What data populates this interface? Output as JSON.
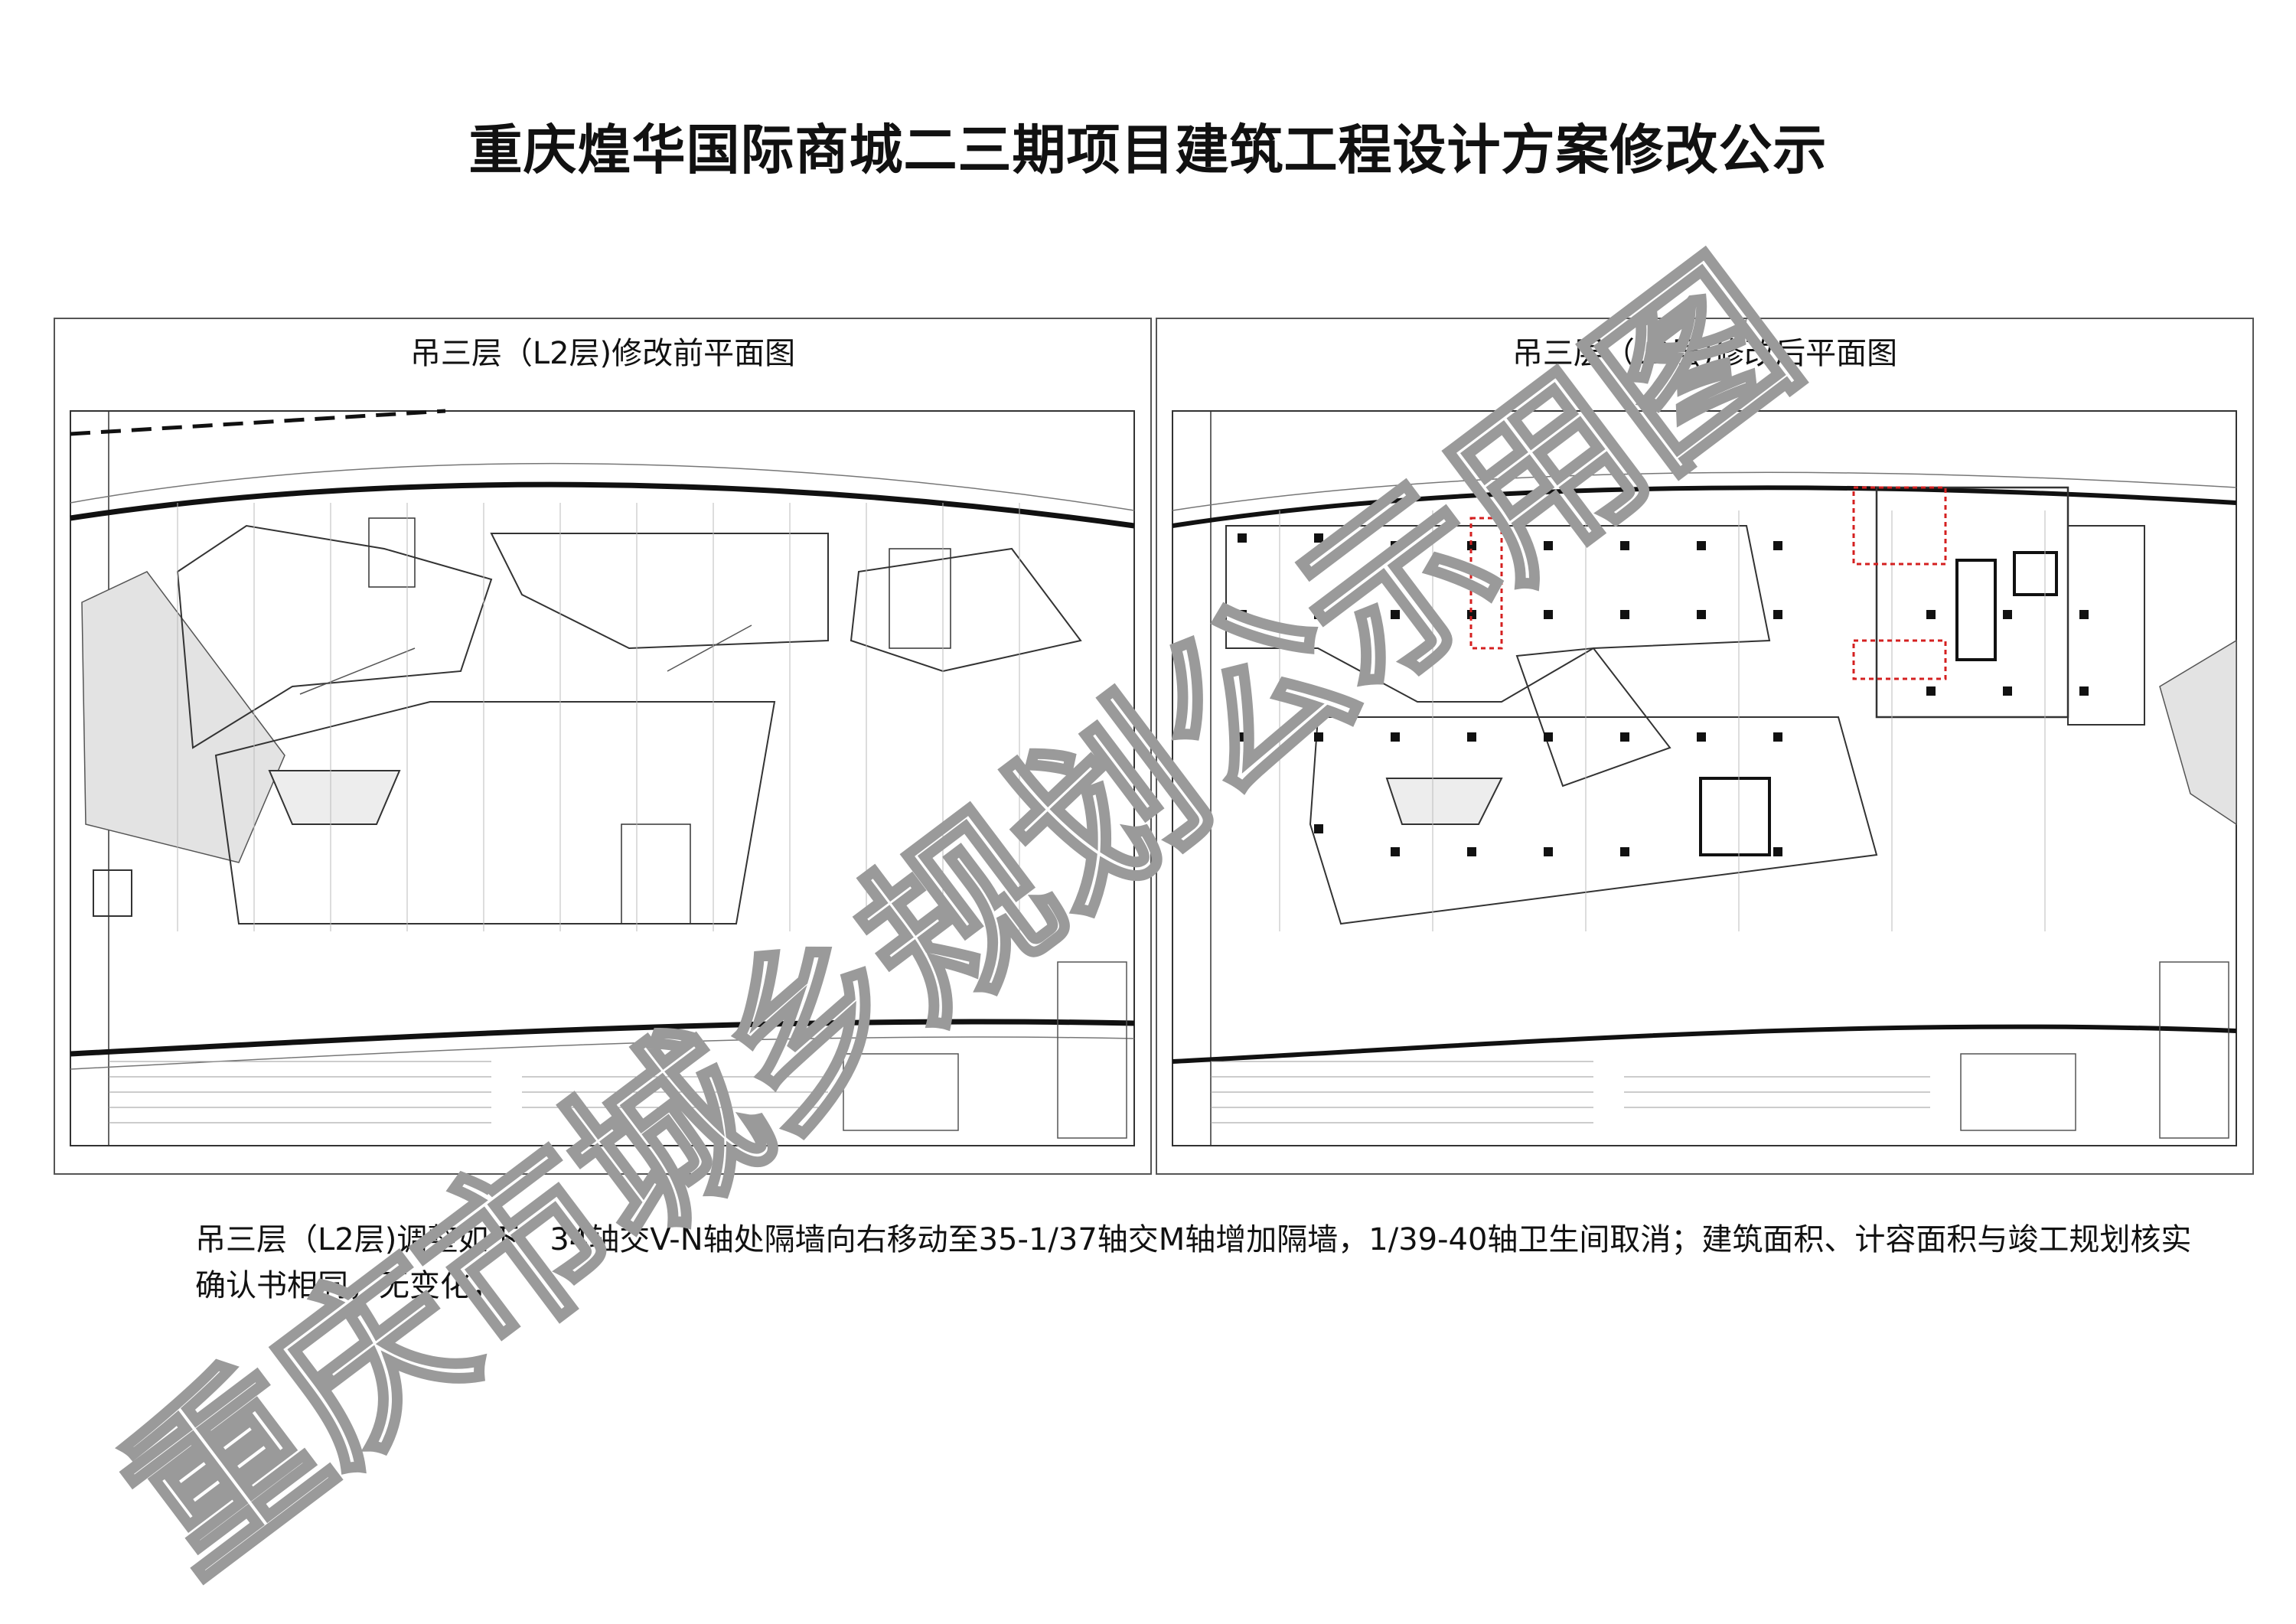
{
  "title": "重庆煌华国际商城二三期项目建筑工程设计方案修改公示",
  "panels": [
    {
      "caption": "吊三层（L2层)修改前平面图"
    },
    {
      "caption": "吊三层（L2层)修改后平面图"
    }
  ],
  "description": "吊三层（L2层)调整如下：34轴交V-N轴处隔墙向右移动至35-1/37轴交M轴增加隔墙，1/39-40轴卫生间取消；建筑面积、计容面积与竣工规划核实确认书相同，无变化；",
  "watermark": {
    "text": "重庆市城乡规划公示用图",
    "color": "#9a9a9a"
  },
  "colors": {
    "revision_marker": "#d42020",
    "drawing_line": "#222222"
  },
  "icons": [
    "floor-plan-drawing",
    "revision-cloud-marker"
  ]
}
